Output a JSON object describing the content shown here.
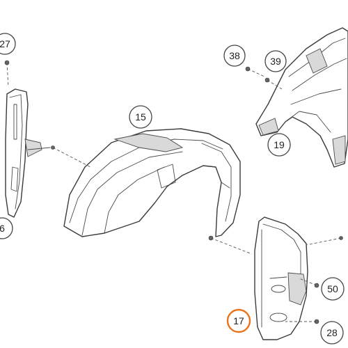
{
  "callouts": {
    "c27": "27",
    "c38": "38",
    "c39": "39",
    "c15": "15",
    "c19": "19",
    "c6": "6",
    "c50": "50",
    "c17": "17",
    "c28": "28"
  },
  "colors": {
    "highlight": "#e8731a",
    "line": "#3a3a3a"
  }
}
